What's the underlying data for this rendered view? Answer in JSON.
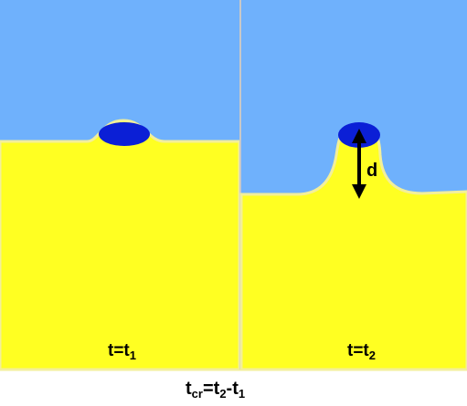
{
  "colors": {
    "background": "#ffffff",
    "liquid_upper": "#6fb1fc",
    "liquid_lower": "#ffff22",
    "interface": "#f3ef9a",
    "droplet": "#0b1fd6",
    "arrow": "#000000",
    "divider": "#c8c8c8"
  },
  "panel_left": {
    "label_main": "t=t",
    "label_sub": "1"
  },
  "panel_right": {
    "label_main": "t=t",
    "label_sub": "2",
    "distance_label": "d"
  },
  "caption": {
    "t": "t",
    "cr": "cr",
    "eq": "=t",
    "sub2": "2",
    "minus": "-t",
    "sub1": "1"
  }
}
